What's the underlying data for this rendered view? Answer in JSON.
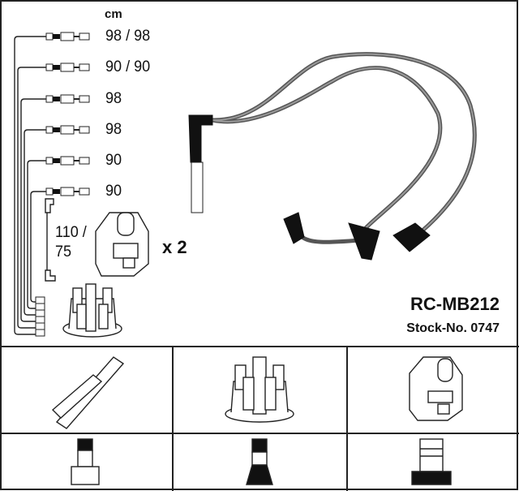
{
  "unit_label": "cm",
  "wire_lengths": [
    "98 / 98",
    "90 / 90",
    "98",
    "98",
    "90",
    "90"
  ],
  "coil_wire_length": [
    "110 /",
    "75"
  ],
  "coil_quantity": "x 2",
  "part_number": "RC-MB212",
  "stock_number": "Stock-No. 0747",
  "application_grid": {
    "row1": [
      "spark-plug-icon",
      "distributor-cap-icon",
      "ignition-coil-icon"
    ],
    "row2": [
      "plug-terminal-icon",
      "distributor-terminal-icon",
      "coil-terminal-icon"
    ]
  }
}
